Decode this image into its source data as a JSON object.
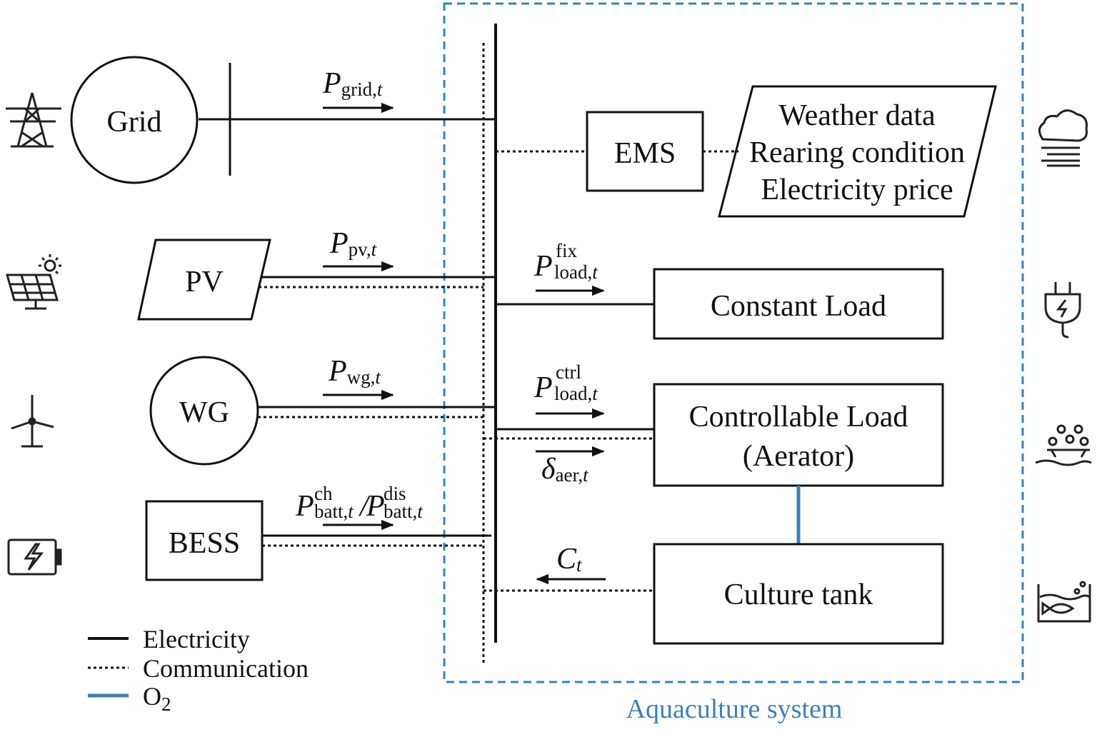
{
  "nodes": {
    "grid": "Grid",
    "pv": "PV",
    "wg": "WG",
    "bess": "BESS",
    "ems": "EMS",
    "inputs": [
      "Weather data",
      "Rearing condition",
      "Electricity price"
    ],
    "constant_load": "Constant Load",
    "controllable_load": [
      "Controllable Load",
      "(Aerator)"
    ],
    "culture_tank": "Culture tank"
  },
  "flows": {
    "grid": {
      "symbol": "P",
      "sub": "grid,",
      "sub_italic": "t"
    },
    "pv": {
      "symbol": "P",
      "sub": "pv,",
      "sub_italic": "t"
    },
    "wg": {
      "symbol": "P",
      "sub": "wg,",
      "sub_italic": "t"
    },
    "bess": {
      "symbol": "P",
      "sup1": "ch",
      "sub1": "batt,",
      "sub1_italic": "t",
      "sep": "/",
      "sup2": "dis",
      "sub2": "batt,",
      "sub2_italic": "t"
    },
    "load_fix": {
      "symbol": "P",
      "sup": "fix",
      "sub": "load,",
      "sub_italic": "t"
    },
    "load_ctrl": {
      "symbol": "P",
      "sup": "ctrl",
      "sub": "load,",
      "sub_italic": "t"
    },
    "aer": {
      "symbol": "δ",
      "sub": "aer,",
      "sub_italic": "t"
    },
    "conc": {
      "symbol": "C",
      "sub_italic": "t"
    }
  },
  "legend": {
    "electricity": "Electricity",
    "communication": "Communication",
    "o2_main": "O",
    "o2_sub": "2"
  },
  "system_label": "Aquaculture system",
  "colors": {
    "line": "#111111",
    "o2": "#3a82b8",
    "system_border": "#3a82b8"
  },
  "icons": {
    "grid": "transmission-tower-icon",
    "pv": "solar-panel-icon",
    "wg": "wind-turbine-icon",
    "bess": "battery-charging-icon",
    "weather": "cloud-weather-icon",
    "plug": "power-plug-icon",
    "aerator": "aerator-bubbles-icon",
    "fish": "fish-tank-icon"
  }
}
